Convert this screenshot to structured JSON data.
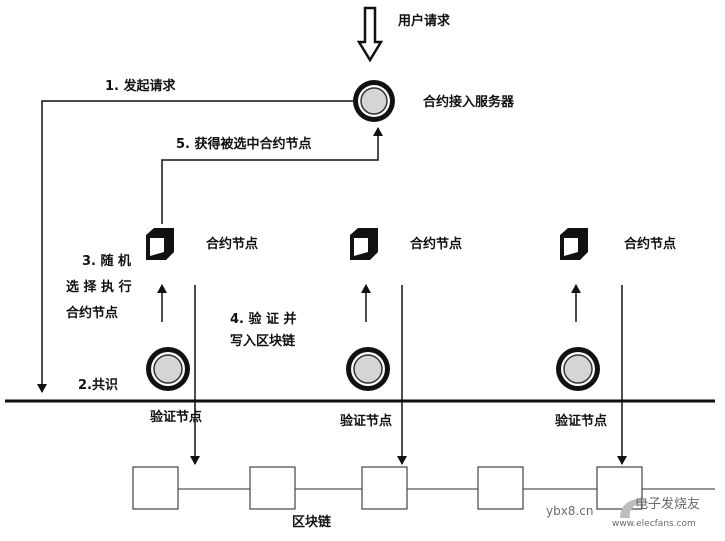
{
  "labels": {
    "user_request": "用户请求",
    "initiate_request": "1. 发起请求",
    "contract_access_server": "合约接入服务器",
    "get_selected_contract_node": "5. 获得被选中合约节点",
    "contract_node_1": "合约节点",
    "contract_node_2": "合约节点",
    "contract_node_3": "合约节点",
    "random_select_line1": "3.  随  机",
    "random_select_line2": "选 择 执 行",
    "random_select_line3": "合约节点",
    "verify_write_line1": "4.  验 证 并",
    "verify_write_line2": "写入区块链",
    "consensus": "2.共识",
    "verification_node_1": "验证节点",
    "verification_node_2": "验证节点",
    "verification_node_3": "验证节点",
    "blockchain": "区块链"
  },
  "watermark": {
    "site": "ybx8.cn",
    "brand": "电子发烧友",
    "url": "www.elecfans.com"
  }
}
